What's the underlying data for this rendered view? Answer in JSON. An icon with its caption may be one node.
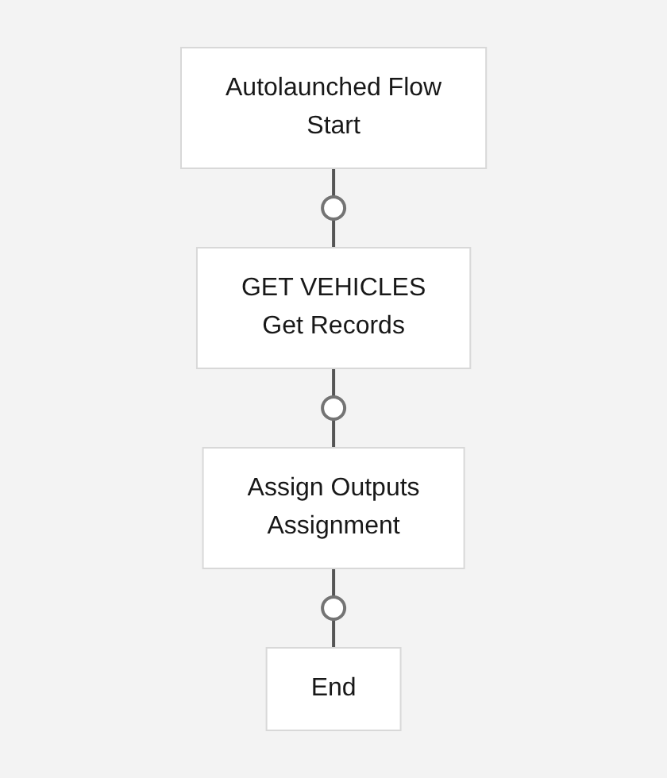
{
  "diagram": {
    "nodes": [
      {
        "text": [
          "Autolaunched Flow",
          "Start"
        ]
      },
      {
        "text": [],
        "shape": "circle"
      },
      {
        "text": [
          "GET VEHICLES",
          "Get Records"
        ]
      },
      {
        "text": [],
        "shape": "circle"
      },
      {
        "text": [
          "Assign Outputs",
          "Assignment"
        ]
      },
      {
        "text": [],
        "shape": "circle"
      },
      {
        "text": [
          "End"
        ]
      }
    ],
    "edges": [
      {
        "from": 0,
        "to": 1,
        "arrow": "none"
      },
      {
        "from": 1,
        "to": 2,
        "arrow": "none"
      },
      {
        "from": 2,
        "to": 3,
        "arrow": "none"
      },
      {
        "from": 3,
        "to": 4,
        "arrow": "none"
      },
      {
        "from": 4,
        "to": 5,
        "arrow": "none"
      },
      {
        "from": 5,
        "to": 6,
        "arrow": "none"
      }
    ]
  }
}
